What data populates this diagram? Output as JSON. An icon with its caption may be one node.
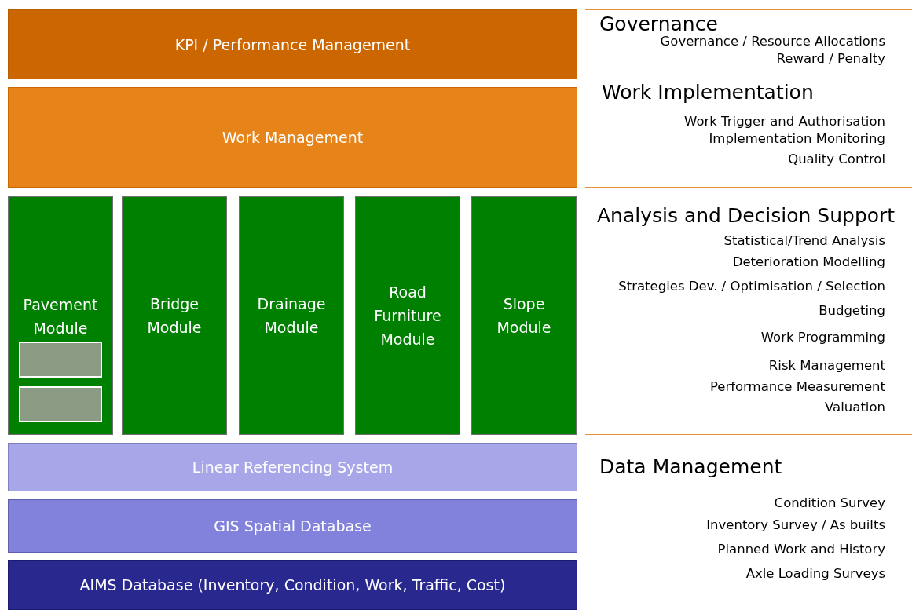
{
  "diagram": {
    "nodes": [
      {
        "text": [
          "KPI / Performance Management"
        ]
      },
      {
        "text": [
          "Work Management"
        ]
      },
      {
        "text": [
          "Pavement Module"
        ]
      },
      {
        "text": [
          "Bridge Module"
        ]
      },
      {
        "text": [
          "Drainage Module"
        ]
      },
      {
        "text": [
          "Road Furniture Module"
        ]
      },
      {
        "text": [
          "Slope Module"
        ]
      },
      {
        "text": [],
        "shape": "box",
        "in": 2
      },
      {
        "text": [],
        "shape": "box",
        "in": 2
      },
      {
        "text": [
          "Linear Referencing System"
        ]
      },
      {
        "text": [
          "GIS Spatial Database"
        ]
      },
      {
        "text": [
          "AIMS Database (Inventory, Condition, Work, Traffic, Cost)"
        ]
      }
    ],
    "edges": [],
    "labels": [
      "Governance",
      "Governance / Resource Allocations",
      "Reward / Penalty",
      "Work Implementation",
      "Work Trigger and Authorisation",
      "Implementation Monitoring",
      "Quality Control",
      "Analysis and Decision Support",
      "Statistical/Trend Analysis",
      "Deterioration Modelling",
      "Strategies Dev. / Optimisation / Selection",
      "Budgeting",
      "Work Programming",
      "Risk Management",
      "Performance Measurement",
      "Valuation",
      "Data Management",
      "Condition Survey",
      "Inventory Survey / As builts",
      "Planned Work and History",
      "Axle Loading Surveys"
    ]
  }
}
